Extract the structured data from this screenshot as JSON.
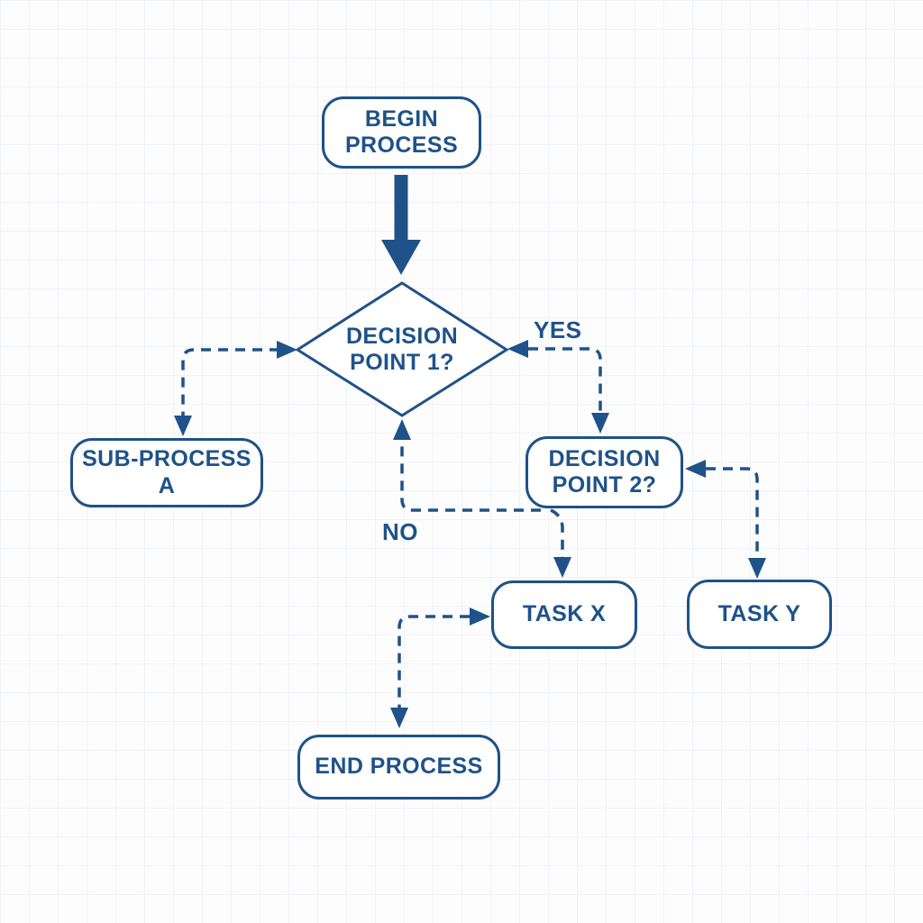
{
  "page": {
    "background_color": "#fdfdfe",
    "grid_color": "#f0f3f7"
  },
  "diagram": {
    "type": "flowchart",
    "accent_color": "#1e5289",
    "nodes": [
      {
        "id": "begin",
        "type": "terminator",
        "label": "BEGIN\nPROCESS"
      },
      {
        "id": "decision1",
        "type": "decision",
        "label": "DECISION\nPOINT 1?"
      },
      {
        "id": "subprocess_a",
        "type": "process",
        "label": "SUB-PROCESS A"
      },
      {
        "id": "decision2",
        "type": "process",
        "label": "DECISION\nPOINT 2?"
      },
      {
        "id": "task_x",
        "type": "process",
        "label": "TASK X"
      },
      {
        "id": "task_y",
        "type": "process",
        "label": "TASK Y"
      },
      {
        "id": "end",
        "type": "terminator",
        "label": "END PROCESS"
      }
    ],
    "edge_labels": {
      "yes": "YES",
      "no": "NO"
    },
    "edges": [
      {
        "from": "begin",
        "to": "decision1",
        "style": "solid",
        "arrows": "single",
        "label": ""
      },
      {
        "from": "decision1",
        "to": "subprocess_a",
        "style": "dashed",
        "arrows": "both",
        "label": ""
      },
      {
        "from": "decision1",
        "to": "decision2",
        "style": "dashed",
        "arrows": "both",
        "label": "YES"
      },
      {
        "from": "decision2",
        "to": "decision1",
        "style": "dashed",
        "arrows": "single",
        "label": "NO"
      },
      {
        "from": "decision2",
        "to": "task_x",
        "style": "dashed",
        "arrows": "single",
        "label": ""
      },
      {
        "from": "decision2",
        "to": "task_y",
        "style": "dashed",
        "arrows": "both",
        "label": ""
      },
      {
        "from": "task_x",
        "to": "end",
        "style": "dashed",
        "arrows": "both",
        "label": ""
      }
    ]
  }
}
